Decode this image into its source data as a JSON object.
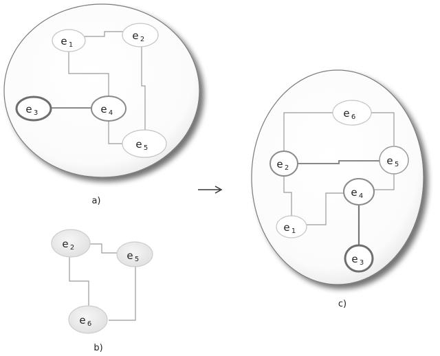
{
  "figure": {
    "panel_a": {
      "caption": "a)",
      "nodes": {
        "e1": {
          "base": "e",
          "sub": "1"
        },
        "e2": {
          "base": "e",
          "sub": "2"
        },
        "e3": {
          "base": "e",
          "sub": "3"
        },
        "e4": {
          "base": "e",
          "sub": "4"
        },
        "e5": {
          "base": "e",
          "sub": "5"
        }
      }
    },
    "panel_b": {
      "caption": "b)",
      "nodes": {
        "e2": {
          "base": "e",
          "sub": "2"
        },
        "e5": {
          "base": "e",
          "sub": "5"
        },
        "e6": {
          "base": "e",
          "sub": "6"
        }
      }
    },
    "panel_c": {
      "caption": "c)",
      "nodes": {
        "e6": {
          "base": "e",
          "sub": "6"
        },
        "e2": {
          "base": "e",
          "sub": "2"
        },
        "e5": {
          "base": "e",
          "sub": "5"
        },
        "e4": {
          "base": "e",
          "sub": "4"
        },
        "e1": {
          "base": "e",
          "sub": "1"
        },
        "e3": {
          "base": "e",
          "sub": "3"
        }
      }
    },
    "arrow": {
      "glyph": "→"
    }
  }
}
